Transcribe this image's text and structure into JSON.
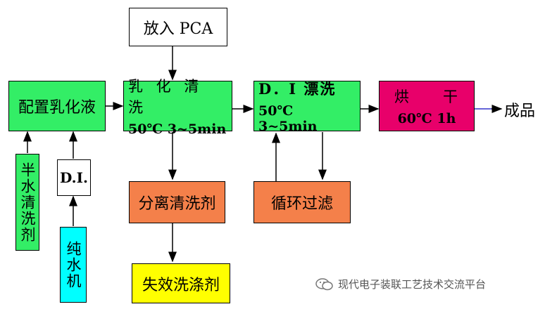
{
  "nodes": {
    "pca": {
      "text": "放入 PCA"
    },
    "emulsion": {
      "text": "配置乳化液"
    },
    "wash": {
      "line1": "乳 化 清 洗",
      "line2": "50℃ 3~5min"
    },
    "rinse": {
      "line1": "D．I 漂洗",
      "line2": "50℃ 3~5min"
    },
    "dry": {
      "line1": "烘　　干",
      "line2": "60℃ 1h"
    },
    "product": {
      "text": "成品"
    },
    "semi": {
      "text": "半水清洗剂"
    },
    "di": {
      "text": "D.I."
    },
    "purifier": {
      "text": "纯水机"
    },
    "separate": {
      "text": "分离清洗剂"
    },
    "filter": {
      "text": "循环过滤"
    },
    "spent": {
      "text": "失效洗涤剂"
    }
  },
  "watermark": {
    "text": "现代电子装联工艺技术交流平台",
    "icon": "wechat-icon"
  },
  "colors": {
    "green": "#33ee66",
    "magenta": "#e8006a",
    "orange": "#f4804a",
    "yellow": "#ffff00",
    "cyan": "#00ffff"
  }
}
